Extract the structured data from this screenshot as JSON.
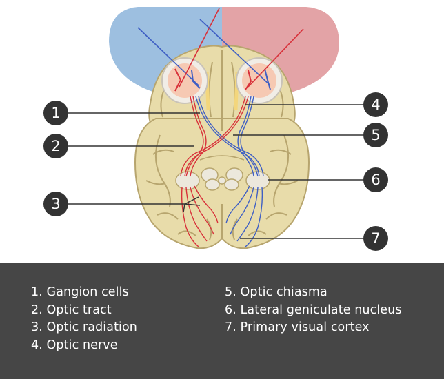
{
  "callouts": [
    {
      "number": "1",
      "target": "Gangion cells"
    },
    {
      "number": "2",
      "target": "Optic tract"
    },
    {
      "number": "3",
      "target": "Optic radiation"
    },
    {
      "number": "4",
      "target": "Optic nerve"
    },
    {
      "number": "5",
      "target": "Optic chiasma"
    },
    {
      "number": "6",
      "target": "Lateral geniculate nucleus"
    },
    {
      "number": "7",
      "target": "Primary visual cortex"
    }
  ],
  "legend": {
    "left": [
      "1. Gangion cells",
      "2. Optic tract",
      "3. Optic radiation",
      "4. Optic nerve"
    ],
    "right": [
      "5. Optic chiasma",
      "6. Lateral geniculate nucleus",
      "7. Primary visual cortex"
    ]
  },
  "colors": {
    "left_visual_field": "#9dbfe0",
    "right_visual_field": "#e3a3a6",
    "brain": "#e8dcaa",
    "brain_outline": "#b7a56e",
    "left_pathway": "#3f5fc4",
    "right_pathway": "#d8313a",
    "callout_badge": "#333333",
    "legend_background": "#464646"
  }
}
